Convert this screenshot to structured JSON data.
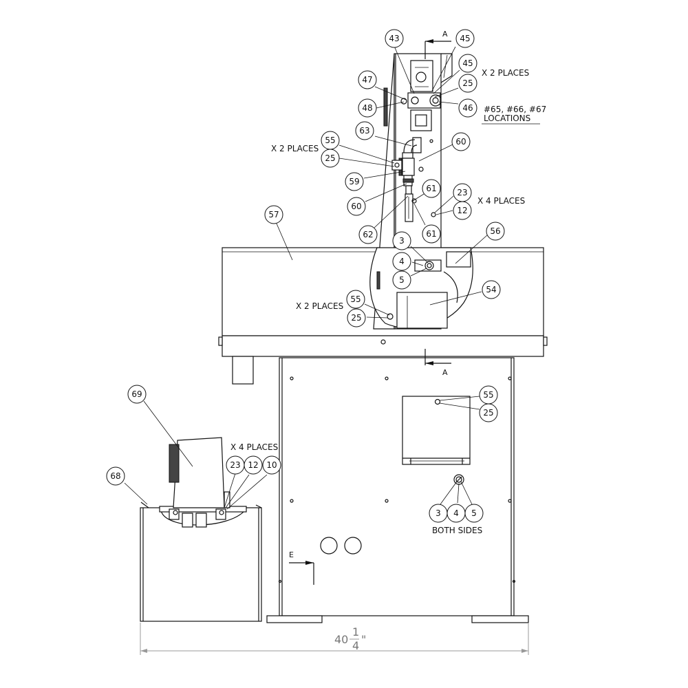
{
  "balloons": [
    {
      "label": "43"
    },
    {
      "label": "45"
    },
    {
      "label": "45"
    },
    {
      "label": "47"
    },
    {
      "label": "25"
    },
    {
      "label": "48"
    },
    {
      "label": "46"
    },
    {
      "label": "63"
    },
    {
      "label": "60"
    },
    {
      "label": "55"
    },
    {
      "label": "25"
    },
    {
      "label": "59"
    },
    {
      "label": "61"
    },
    {
      "label": "23"
    },
    {
      "label": "60"
    },
    {
      "label": "12"
    },
    {
      "label": "62"
    },
    {
      "label": "61"
    },
    {
      "label": "57"
    },
    {
      "label": "56"
    },
    {
      "label": "3"
    },
    {
      "label": "4"
    },
    {
      "label": "5"
    },
    {
      "label": "55"
    },
    {
      "label": "54"
    },
    {
      "label": "25"
    },
    {
      "label": "55"
    },
    {
      "label": "25"
    },
    {
      "label": "69"
    },
    {
      "label": "23"
    },
    {
      "label": "12"
    },
    {
      "label": "10"
    },
    {
      "label": "68"
    },
    {
      "label": "3"
    },
    {
      "label": "4"
    },
    {
      "label": "5"
    }
  ],
  "notes": {
    "x2_top": "X 2 PLACES",
    "locations_line1": "#65, #66, #67",
    "locations_line2": "LOCATIONS",
    "x2_left": "X 2 PLACES",
    "x4_right": "X 4 PLACES",
    "x2_bottom": "X 2 PLACES",
    "x4_motor": "X 4 PLACES",
    "both_sides": "BOTH SIDES"
  },
  "section_marks": {
    "a_top": "A",
    "a_bottom": "A",
    "e": "E"
  },
  "dimension": {
    "whole": "40",
    "num": "1",
    "den": "4",
    "unit": "\""
  }
}
